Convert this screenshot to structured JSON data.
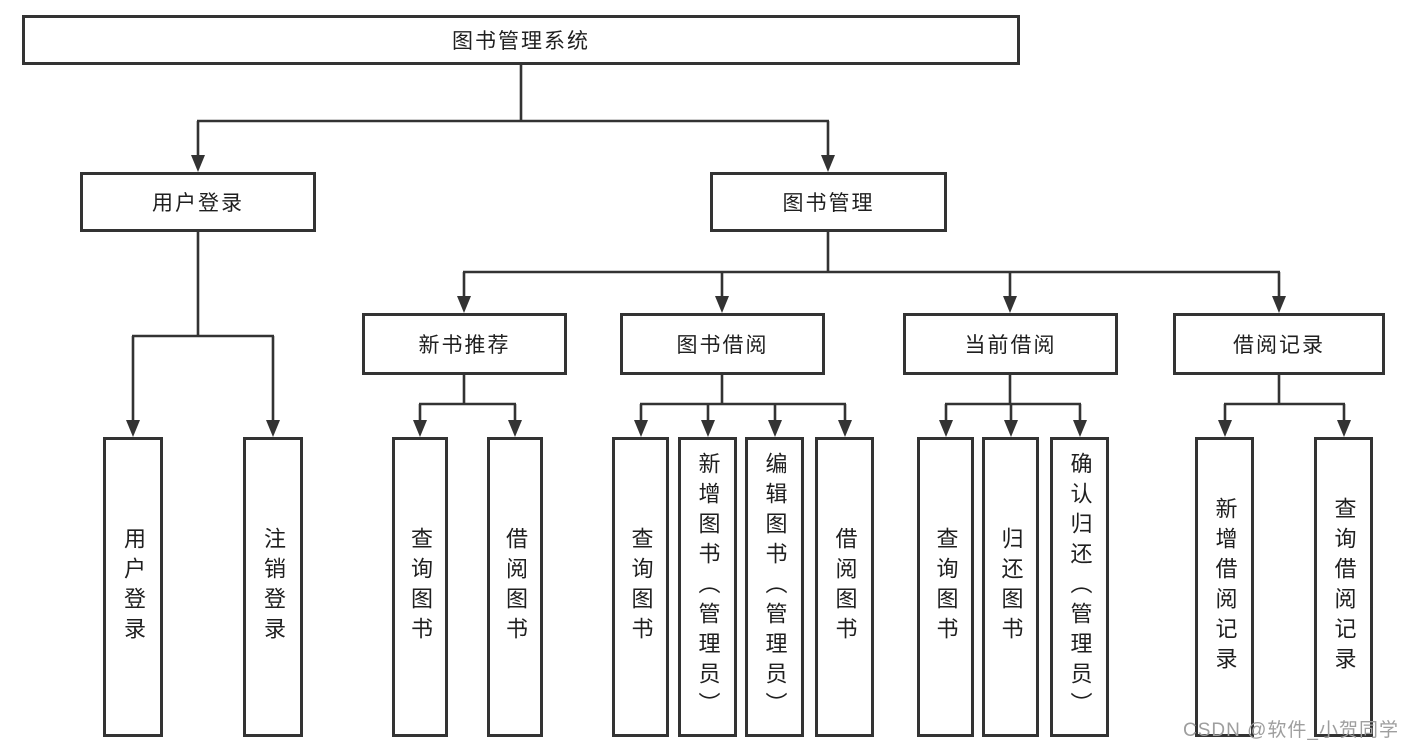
{
  "colors": {
    "line": "#333333",
    "text": "#1f1f1f",
    "background": "#ffffff",
    "watermark": "#9e9e9e"
  },
  "nodes": {
    "root": {
      "label": "图书管理系统",
      "children": [
        "用户登录",
        "图书管理"
      ]
    },
    "user_login": {
      "label": "用户登录",
      "children": [
        "用户登录",
        "注销登录"
      ]
    },
    "book_mgmt": {
      "label": "图书管理",
      "children": [
        "新书推荐",
        "图书借阅",
        "当前借阅",
        "借阅记录"
      ]
    },
    "new_book_rec": {
      "label": "新书推荐",
      "children": [
        "查询图书",
        "借阅图书"
      ]
    },
    "book_borrow": {
      "label": "图书借阅",
      "children": [
        "查询图书",
        "新增图书（管理员）",
        "编辑图书（管理员）",
        "借阅图书"
      ]
    },
    "current_borrow": {
      "label": "当前借阅",
      "children": [
        "查询图书",
        "归还图书",
        "确认归还（管理员）"
      ]
    },
    "borrow_records": {
      "label": "借阅记录",
      "children": [
        "新增借阅记录",
        "查询借阅记录"
      ]
    }
  },
  "leaves": [
    {
      "label": "用户登录",
      "parent": "用户登录"
    },
    {
      "label": "注销登录",
      "parent": "用户登录"
    },
    {
      "label": "查询图书",
      "parent": "新书推荐"
    },
    {
      "label": "借阅图书",
      "parent": "新书推荐"
    },
    {
      "label": "查询图书",
      "parent": "图书借阅"
    },
    {
      "label": "新增图书（管理员）",
      "parent": "图书借阅"
    },
    {
      "label": "编辑图书（管理员）",
      "parent": "图书借阅"
    },
    {
      "label": "借阅图书",
      "parent": "图书借阅"
    },
    {
      "label": "查询图书",
      "parent": "当前借阅"
    },
    {
      "label": "归还图书",
      "parent": "当前借阅"
    },
    {
      "label": "确认归还（管理员）",
      "parent": "当前借阅"
    },
    {
      "label": "新增借阅记录",
      "parent": "借阅记录"
    },
    {
      "label": "查询借阅记录",
      "parent": "借阅记录"
    }
  ],
  "watermark": "CSDN @软件_小贺同学"
}
